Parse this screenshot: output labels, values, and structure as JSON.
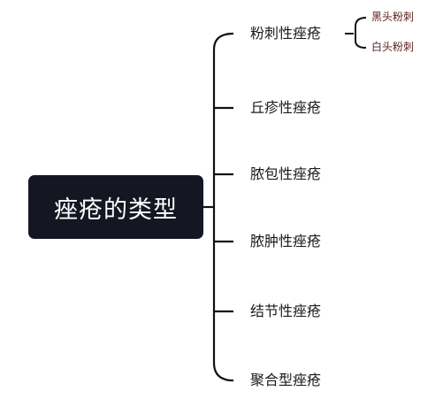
{
  "diagram": {
    "root": {
      "label": "痤疮的类型"
    },
    "branches": [
      {
        "label": "粉刺性痤疮",
        "children": [
          "黑头粉刺",
          "白头粉刺"
        ]
      },
      {
        "label": "丘疹性痤疮"
      },
      {
        "label": "脓包性痤疮"
      },
      {
        "label": "脓肿性痤疮"
      },
      {
        "label": "结节性痤疮"
      },
      {
        "label": "聚合型痤疮"
      }
    ]
  },
  "colors": {
    "root_background": "#141622",
    "root_text": "#ffffff",
    "line": "#111111",
    "branch_text": "#1a1a1a",
    "sub_text": "#5a1f1a"
  }
}
